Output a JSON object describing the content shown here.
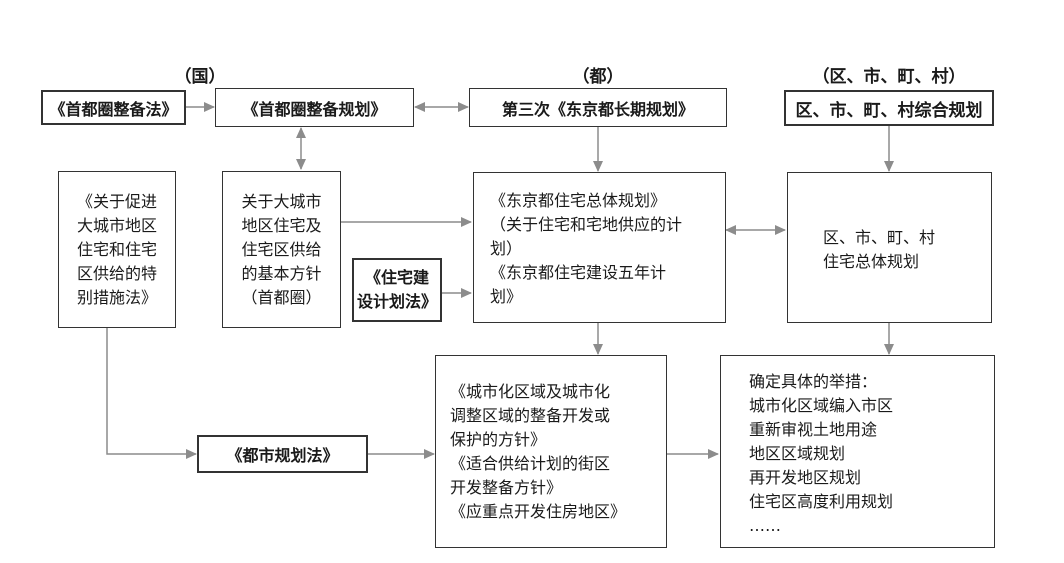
{
  "headers": {
    "national": "（国）",
    "metropolis": "（都）",
    "local": "（区、市、町、村）"
  },
  "boxes": {
    "capital_region_law": "《首都圈整备法》",
    "capital_region_plan": "《首都圈整备规划》",
    "tokyo_long_term_plan": "第三次《东京都长期规划》",
    "local_comprehensive_plan": "区、市、町、村综合规划",
    "special_measures_law": [
      "《关于促进",
      "大城市地区",
      "住宅和住宅",
      "区供给的特",
      "别措施法》"
    ],
    "basic_policy": [
      "关于大城市",
      "地区住宅及",
      "住宅区供给",
      "的基本方针",
      "（首都圈）"
    ],
    "housing_construction_law": [
      "《住宅建",
      "设计划法》"
    ],
    "tokyo_housing_master_plan": [
      "《东京都住宅总体规划》",
      "（关于住宅和宅地供应的计",
      "划）",
      "《东京都住宅建设五年计",
      "划》"
    ],
    "local_housing_plan": [
      "区、市、町、村",
      "住宅总体规划"
    ],
    "city_planning_law": "《都市规划法》",
    "urbanization_policies": [
      "《城市化区域及城市化",
      "调整区域的整备开发或",
      "保护的方针》",
      "《适合供给计划的街区",
      "开发整备方针》",
      "《应重点开发住房地区》"
    ],
    "specific_measures": [
      "确定具体的举措：",
      "城市化区域编入市区",
      "重新审视土地用途",
      "地区区域规划",
      "再开发地区规划",
      "住宅区高度利用规划",
      "……"
    ]
  },
  "colors": {
    "arrow": "#8c8c8c",
    "border": "#333333"
  }
}
